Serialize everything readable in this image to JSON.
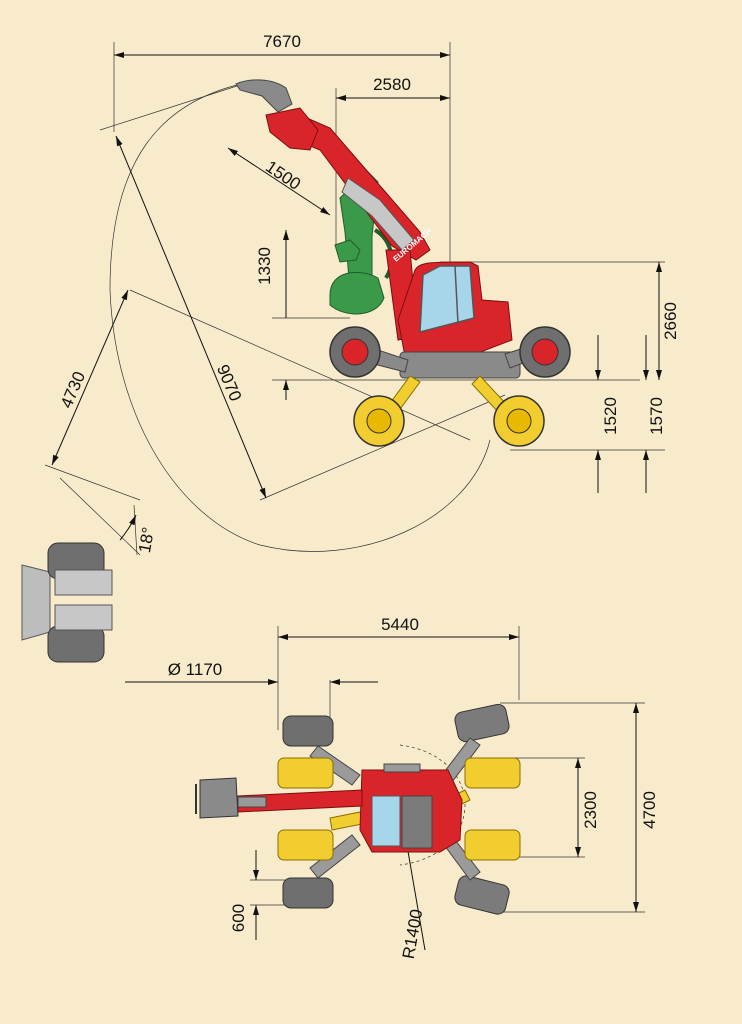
{
  "colors": {
    "background": "#f7ebcb",
    "machine_red": "#d9252a",
    "arm_green": "#3a9a4a",
    "wheel_yellow": "#f1cd2f",
    "tyre_gray": "#7b7b7b",
    "window_blue": "#a7d6ea",
    "dim_line": "#111111"
  },
  "side_view": {
    "dimensions": {
      "reach_total": "7670",
      "cab_offset": "2580",
      "boom_section": "1500",
      "bucket_lift": "1330",
      "height_total": "2660",
      "front_wheel_lift": "1520",
      "rear_wheel_lift": "1570",
      "dig_radius": "4730",
      "reach_diagonal": "9070",
      "tilt_angle": "18°"
    },
    "brand_label": "EUROMACH"
  },
  "top_view": {
    "dimensions": {
      "wheelbase": "5440",
      "wheel_diameter": "Ø 1170",
      "track_inner": "2300",
      "track_outer": "4700",
      "tyre_width": "600",
      "swing_radius": "R1400"
    }
  }
}
